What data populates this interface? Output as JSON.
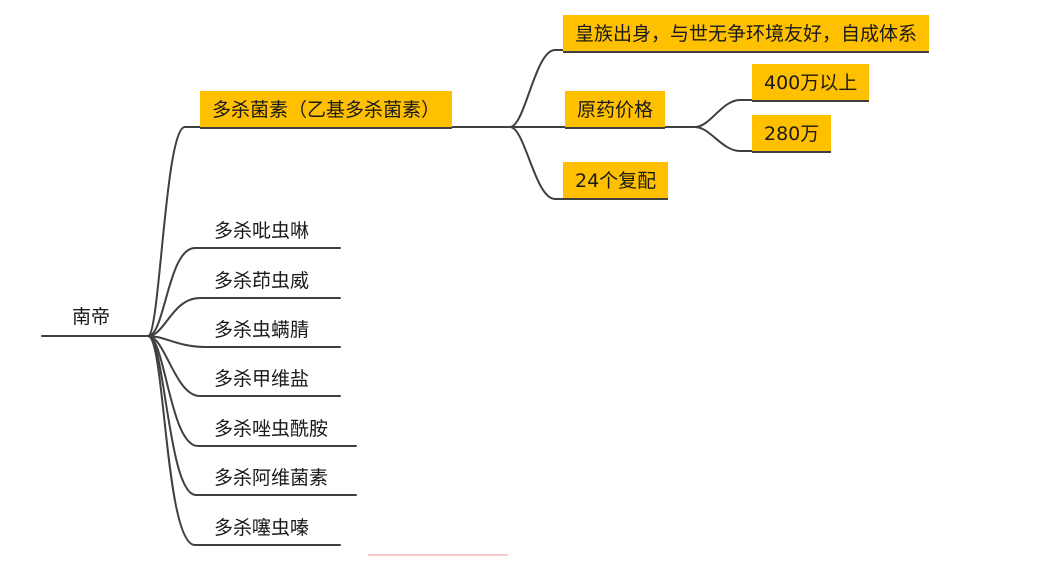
{
  "mindmap": {
    "root": "南帝",
    "branch_main": "多杀菌素（乙基多杀菌素）",
    "sub": {
      "s1": "皇族出身，与世无争环境友好，自成体系",
      "s2": "原药价格",
      "s3": "24个复配"
    },
    "price": {
      "p1": "400万以上",
      "p2": "280万"
    },
    "others": {
      "o1": "多杀吡虫啉",
      "o2": "多杀茚虫威",
      "o3": "多杀虫螨腈",
      "o4": "多杀甲维盐",
      "o5": "多杀唑虫酰胺",
      "o6": "多杀阿维菌素",
      "o7": "多杀噻虫嗪"
    }
  },
  "colors": {
    "highlight": "#ffc000",
    "line": "#404040"
  }
}
